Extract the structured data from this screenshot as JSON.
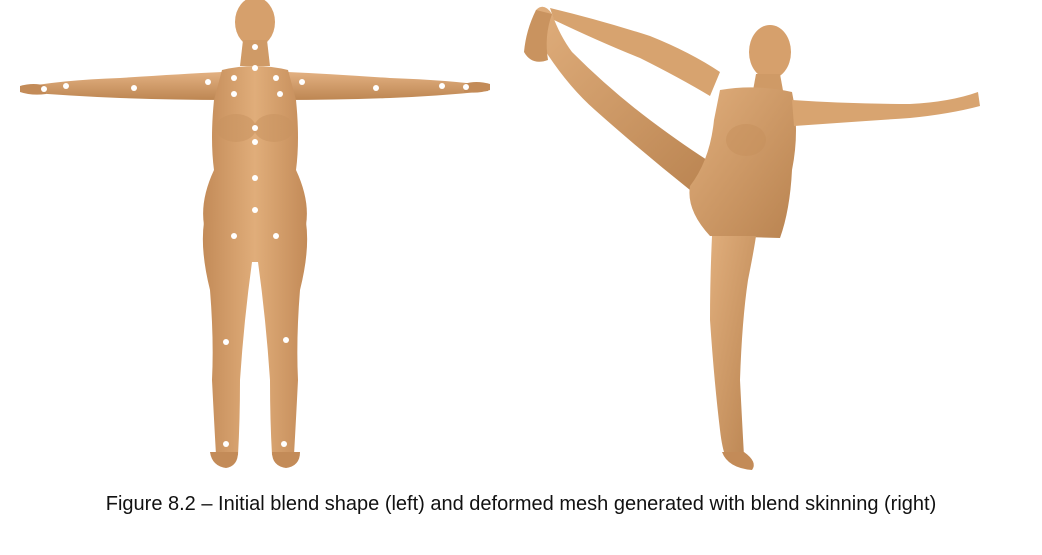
{
  "figure": {
    "caption": "Figure 8.2 – Initial blend shape (left) and deformed mesh generated with blend skinning (right)",
    "left_panel": {
      "subject": "initial-blend-shape",
      "pose": "T-pose",
      "shows_joint_markers": true,
      "joint_marker_color": "#ffffff"
    },
    "right_panel": {
      "subject": "deformed-mesh",
      "pose": "standing-split",
      "shows_joint_markers": false
    },
    "colors": {
      "skin": "#d9a370",
      "skin_shadow": "#b47f4e",
      "skin_highlight": "#e7b988",
      "background": "#ffffff"
    }
  }
}
